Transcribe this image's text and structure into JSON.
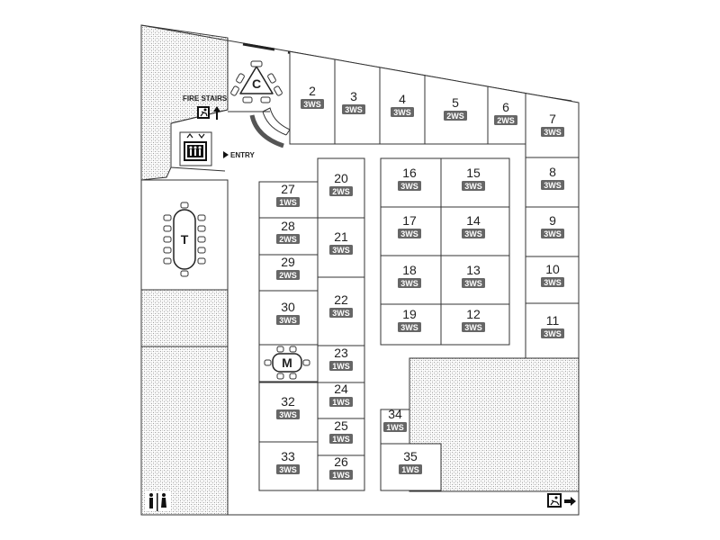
{
  "labels": {
    "fire_stairs": "FIRE STAIRS",
    "entry": "ENTRY",
    "conference_room": "C",
    "training_room": "T",
    "meeting_room": "M"
  },
  "offices": [
    {
      "id": "2",
      "badge": "3WS"
    },
    {
      "id": "3",
      "badge": "3WS"
    },
    {
      "id": "4",
      "badge": "3WS"
    },
    {
      "id": "5",
      "badge": "2WS"
    },
    {
      "id": "6",
      "badge": "2WS"
    },
    {
      "id": "7",
      "badge": "3WS"
    },
    {
      "id": "8",
      "badge": "3WS"
    },
    {
      "id": "9",
      "badge": "3WS"
    },
    {
      "id": "10",
      "badge": "3WS"
    },
    {
      "id": "11",
      "badge": "3WS"
    },
    {
      "id": "12",
      "badge": "3WS"
    },
    {
      "id": "13",
      "badge": "3WS"
    },
    {
      "id": "14",
      "badge": "3WS"
    },
    {
      "id": "15",
      "badge": "3WS"
    },
    {
      "id": "16",
      "badge": "3WS"
    },
    {
      "id": "17",
      "badge": "3WS"
    },
    {
      "id": "18",
      "badge": "3WS"
    },
    {
      "id": "19",
      "badge": "3WS"
    },
    {
      "id": "20",
      "badge": "2WS"
    },
    {
      "id": "21",
      "badge": "3WS"
    },
    {
      "id": "22",
      "badge": "3WS"
    },
    {
      "id": "23",
      "badge": "1WS"
    },
    {
      "id": "24",
      "badge": "1WS"
    },
    {
      "id": "25",
      "badge": "1WS"
    },
    {
      "id": "26",
      "badge": "1WS"
    },
    {
      "id": "27",
      "badge": "1WS"
    },
    {
      "id": "28",
      "badge": "2WS"
    },
    {
      "id": "29",
      "badge": "2WS"
    },
    {
      "id": "30",
      "badge": "3WS"
    },
    {
      "id": "32",
      "badge": "3WS"
    },
    {
      "id": "33",
      "badge": "3WS"
    },
    {
      "id": "34",
      "badge": "1WS"
    },
    {
      "id": "35",
      "badge": "1WS"
    }
  ],
  "icons": {
    "fire_exit": "running-man-exit-icon",
    "lift": "lift-icon",
    "restrooms": "restroom-icon",
    "exit": "exit-sign-icon"
  },
  "colors": {
    "badge": "#666666",
    "hatch": "#b0b0b0",
    "wall": "#333333"
  }
}
